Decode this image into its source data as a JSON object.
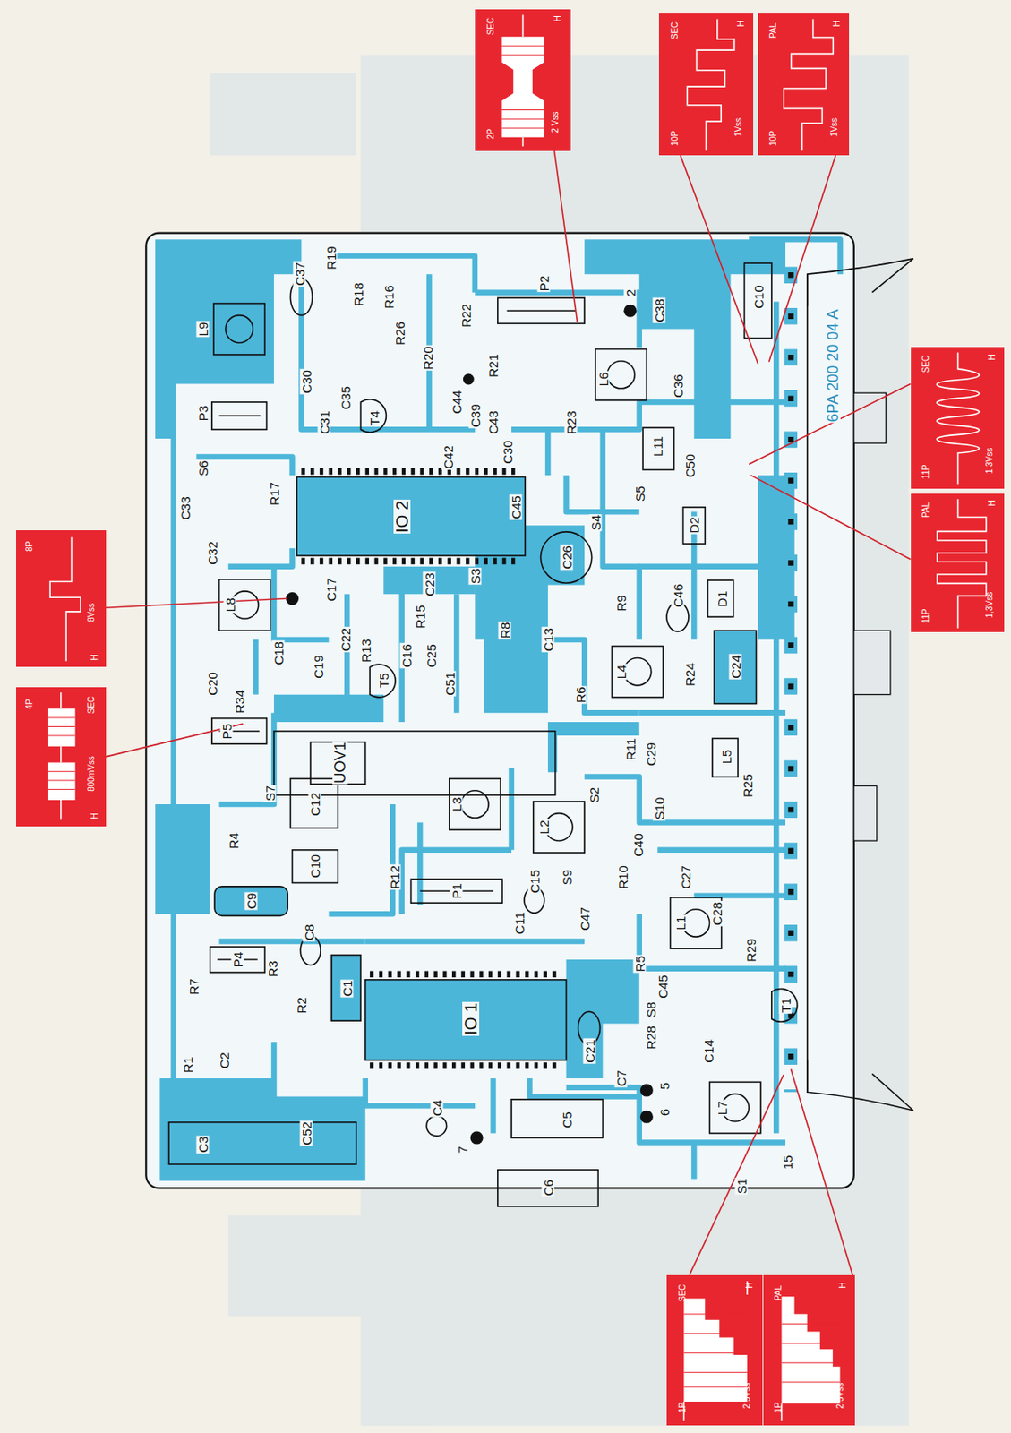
{
  "diagram": {
    "nodes": [
      {
        "text": [
          "SEC",
          "2P",
          "2 Vss",
          "H"
        ]
      },
      {
        "text": [
          "SEC",
          "10P",
          "1Vss",
          "H"
        ]
      },
      {
        "text": [
          "PAL",
          "10P",
          "1Vss",
          "H"
        ]
      },
      {
        "text": [
          "SEC",
          "11P",
          "1,3Vss",
          "H"
        ]
      },
      {
        "text": [
          "PAL",
          "11P",
          "1,3Vss",
          "H"
        ]
      },
      {
        "text": [
          "8P",
          "8Vss",
          "H"
        ]
      },
      {
        "text": [
          "4P",
          "SEC",
          "800mVss",
          "H"
        ]
      },
      {
        "text": [
          "SEC",
          "1P",
          "2,5Vss",
          "H"
        ]
      },
      {
        "text": [
          "PAL",
          "1P",
          "2,5Vss",
          "H"
        ]
      }
    ],
    "labels": [
      "R19",
      "C37",
      "R18",
      "R16",
      "L9",
      "P3",
      "C30",
      "C31",
      "C35",
      "T4",
      "R26",
      "R20",
      "R22",
      "R21",
      "P2",
      "2",
      "C38",
      "L6",
      "C36",
      "C10",
      "C44",
      "C39",
      "C43",
      "C42",
      "R23",
      "C30",
      "L11",
      "C50",
      "S5",
      "D2",
      "S4",
      "C45",
      "IO 2",
      "C33",
      "S6",
      "R17",
      "C32",
      "L8",
      "C17",
      "C23",
      "R15",
      "S3",
      "C26",
      "C22",
      "R13",
      "C16",
      "C25",
      "C13",
      "R8",
      "R9",
      "C46",
      "D1",
      "C20",
      "C18",
      "C19",
      "R34",
      "T5",
      "C51",
      "L4",
      "R24",
      "C24",
      "R6",
      "P5",
      "UOV1",
      "R11",
      "C29",
      "L5",
      "S7",
      "C12",
      "L3",
      "L2",
      "S2",
      "S10",
      "R25",
      "R4",
      "C10",
      "C9",
      "R12",
      "P1",
      "C15",
      "S9",
      "C40",
      "R10",
      "C27",
      "C47",
      "C11",
      "L1",
      "C28",
      "R29",
      "R7",
      "P4",
      "R3",
      "C8",
      "C1",
      "R2",
      "IO 1",
      "R5",
      "C45",
      "S8",
      "T1",
      "R1",
      "C2",
      "C3",
      "C52",
      "C4",
      "7",
      "C5",
      "C6",
      "C21",
      "C7",
      "R28",
      "5",
      "6",
      "C14",
      "L7",
      "15",
      "S1",
      "6PA 200 20 04 A"
    ]
  }
}
